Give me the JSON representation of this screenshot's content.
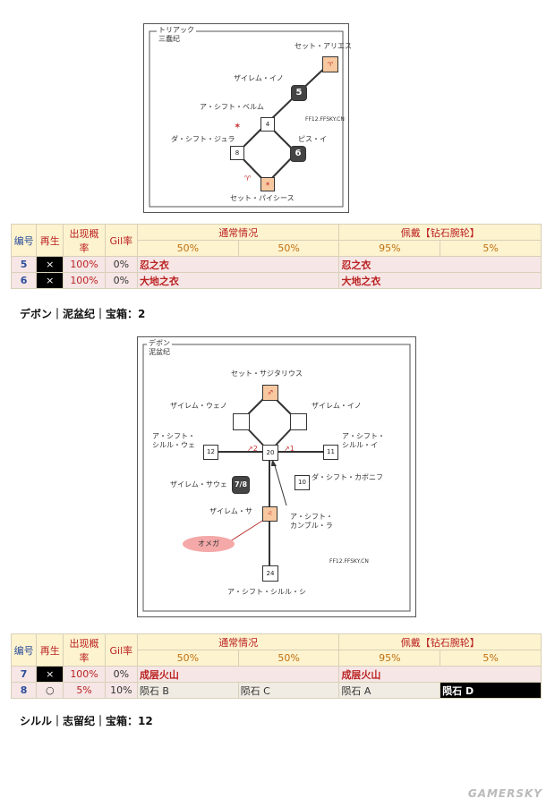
{
  "map1": {
    "title_line1": "トリアック",
    "title_line2": "三蠢纪",
    "labels": {
      "aries": "セット・アリエス",
      "ino": "ザイレム・イノ",
      "berum": "ア・シフト・ベルム",
      "jura": "ダ・シフト・ジュラ",
      "pisui": "ピス・イ",
      "pisces": "セット・パイシース",
      "site": "FF12.FFSKY.CN"
    },
    "tiles": {
      "t4": "4",
      "t8": "8",
      "t5": "5",
      "t6": "6"
    }
  },
  "table1": {
    "h_num": "编号",
    "h_regen": "再生",
    "h_rate": "出现概率",
    "h_gil": "Gil率",
    "h_normal": "通常情况",
    "h_equip": "佩戴【钻石腕轮】",
    "sub": [
      "50%",
      "50%",
      "95%",
      "5%"
    ],
    "rows": [
      {
        "num": "5",
        "regen": "×",
        "rate": "100%",
        "gil": "0%",
        "normal": "忍之衣",
        "equip": "忍之衣"
      },
      {
        "num": "6",
        "regen": "×",
        "rate": "100%",
        "gil": "0%",
        "normal": "大地之衣",
        "equip": "大地之衣"
      }
    ]
  },
  "heading2": "デボン｜泥盆纪｜宝箱：2",
  "map2": {
    "title_line1": "デボン",
    "title_line2": "泥盆纪",
    "labels": {
      "sagittarius": "セット・サジタリウス",
      "ueno": "ザイレム・ウェノ",
      "ino": "ザイレム・イノ",
      "shiruru_ue": "ア・シフト・\nシルル・ウェ",
      "shiruru_i": "ア・シフト・\nシルル・イ",
      "kabonifu": "ダ・シフト・カボニフ",
      "saue": "ザイレム・サウェ",
      "sa": "ザイレム・サ",
      "kanpuru": "ア・シフト・\nカンブル・ラ",
      "omega": "オメガ",
      "shiruru_shi": "ア・シフト・シルル・シ",
      "site": "FF12.FFSKY.CN"
    },
    "tiles": {
      "t12": "12",
      "t20": "20",
      "t11": "11",
      "t10": "10",
      "t78": "7/8",
      "t24": "24",
      "r2": "↗2",
      "r1": "↗1"
    }
  },
  "table2": {
    "h_num": "编号",
    "h_regen": "再生",
    "h_rate": "出现概率",
    "h_gil": "Gil率",
    "h_normal": "通常情况",
    "h_equip": "佩戴【钻石腕轮】",
    "sub": [
      "50%",
      "50%",
      "95%",
      "5%"
    ],
    "row7": {
      "num": "7",
      "regen": "×",
      "rate": "100%",
      "gil": "0%",
      "normal": "成层火山",
      "equip": "成层火山"
    },
    "row8": {
      "num": "8",
      "regen": "○",
      "rate": "5%",
      "gil": "10%",
      "c1": "陨石 B",
      "c2": "陨石 C",
      "c3": "陨石 A",
      "c4": "陨石 D"
    }
  },
  "heading3": "シルル｜志留纪｜宝箱：12",
  "watermark": "GAMERSKY"
}
